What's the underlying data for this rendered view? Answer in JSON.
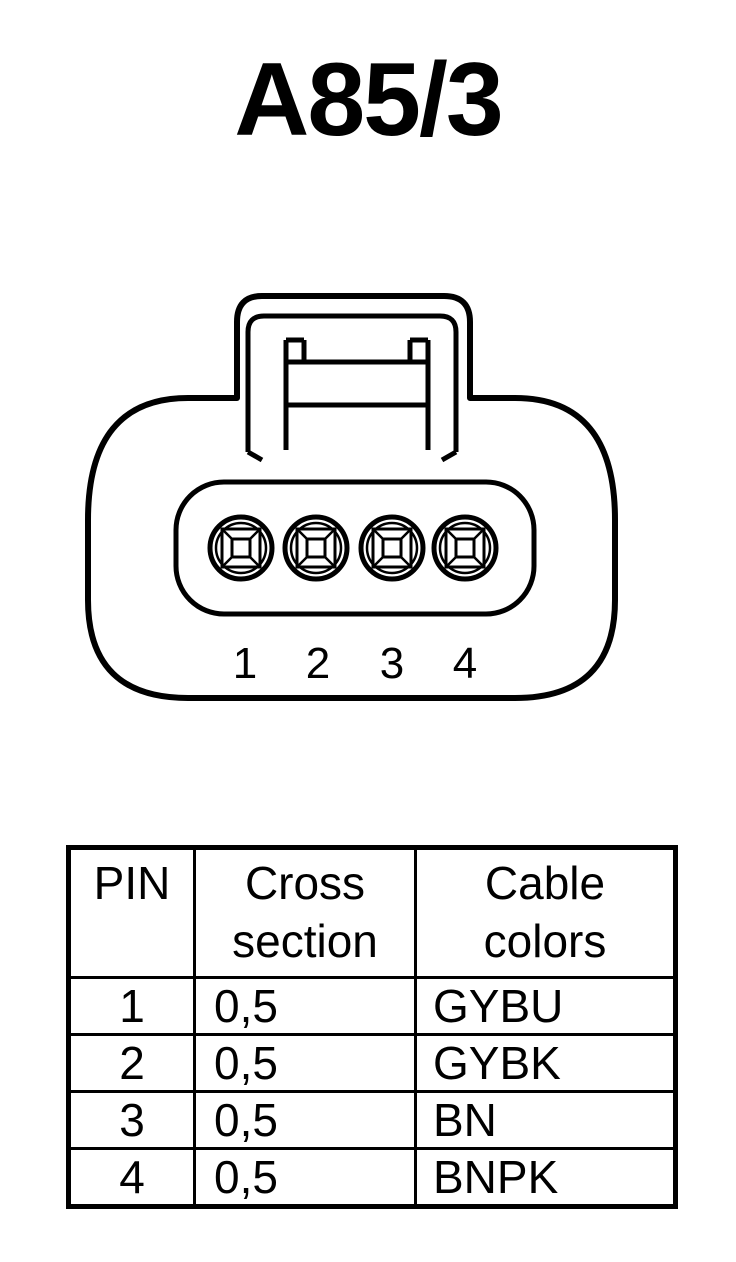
{
  "title": "A85/3",
  "connector": {
    "pin_labels": [
      "1",
      "2",
      "3",
      "4"
    ]
  },
  "table": {
    "headers": {
      "pin": [
        "PIN"
      ],
      "cross_section": [
        "Cross",
        "section"
      ],
      "cable_colors": [
        "Cable",
        "colors"
      ]
    },
    "rows": [
      {
        "pin": "1",
        "cross_section": "0,5",
        "color": "GYBU"
      },
      {
        "pin": "2",
        "cross_section": "0,5",
        "color": "GYBK"
      },
      {
        "pin": "3",
        "cross_section": "0,5",
        "color": "BN"
      },
      {
        "pin": "4",
        "cross_section": "0,5",
        "color": "BNPK"
      }
    ]
  }
}
